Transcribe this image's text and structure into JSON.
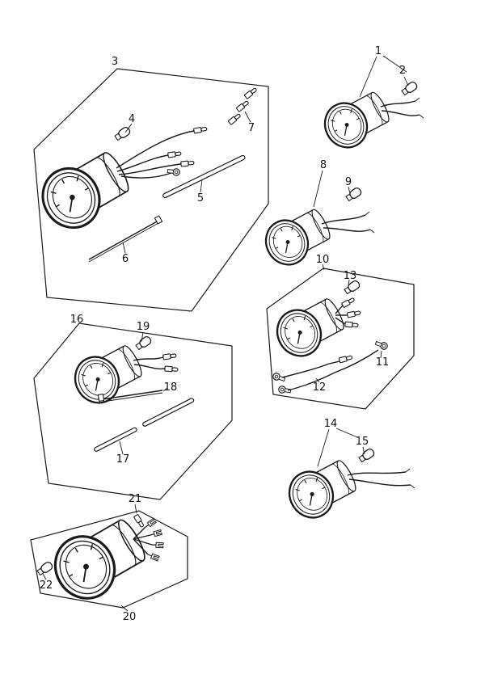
{
  "figure": {
    "background_color": "#ffffff",
    "line_color": "#1a1a1a"
  },
  "labels": {
    "1": "1",
    "2": "2",
    "3": "3",
    "4": "4",
    "5": "5",
    "6": "6",
    "7": "7",
    "8": "8",
    "9": "9",
    "10": "10",
    "11": "11",
    "12": "12",
    "13": "13",
    "14": "14",
    "15": "15",
    "16": "16",
    "17": "17",
    "18": "18",
    "19": "19",
    "20": "20",
    "21": "21",
    "22": "22"
  }
}
